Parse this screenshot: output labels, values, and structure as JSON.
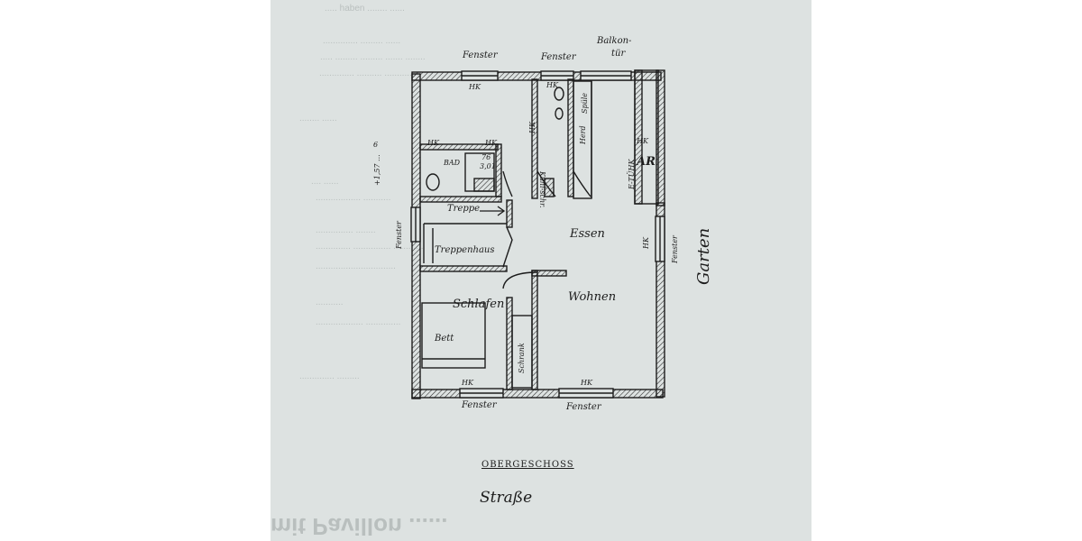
{
  "labels": {
    "fenster": "Fenster",
    "balkontuer_1": "Balkon-",
    "balkontuer_2": "tür",
    "hk": "HK",
    "bad": "BAD",
    "bad_dim_top": "76",
    "bad_dim_bottom": "3,01",
    "treppe": "Treppe",
    "treppenhaus": "Treppenhaus",
    "essen": "Essen",
    "wohnen": "Wohnen",
    "schlafen": "Schlafen",
    "bett": "Bett",
    "schrank": "Schrank",
    "kuehlschrank": "Kühl-schr.",
    "herd": "Herd",
    "spuele": "Spüle",
    "e_tuehk": "E-TÜHK",
    "ar": "AR",
    "garten": "Garten",
    "title": "OBERGESCHOSS",
    "street": "Straße",
    "height_mark": "+1,57 ...",
    "height_small": "6"
  },
  "background_text": [
    "..... haben ........ ......",
    ".............. ......... ......",
    "..... ......... ......... ....... ........",
    ".............. .......... ..............",
    "........ ......",
    ".... ......",
    ".................. ...........",
    "............... ........",
    ".............. ............... ............",
    "................................",
    "...........",
    "................... ..............",
    ".............. .........",
    "mit Pavillon ......"
  ]
}
